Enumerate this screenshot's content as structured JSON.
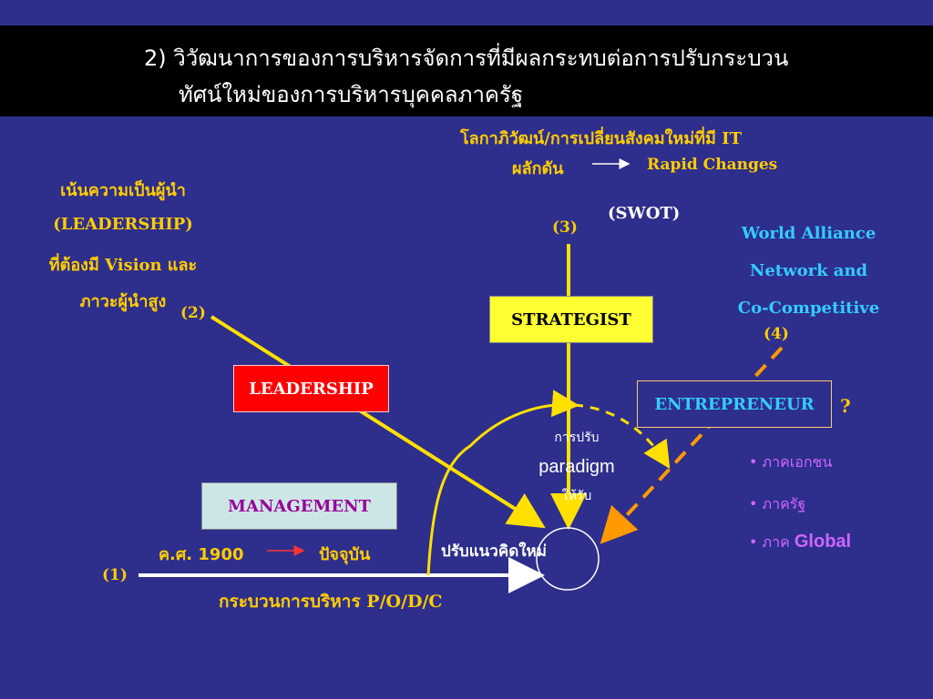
{
  "title": {
    "line1": "2) วิวัฒนาการของการบริหารจัดการที่มีผลกระทบต่อการปรับกระบวน",
    "line2": "ทัศน์ใหม่ของการบริหารบุคคลภาครัฐ"
  },
  "top_note": {
    "line1": "โลกาภิวัฒน์/การเปลี่ยนสังคมใหม่ที่มี IT",
    "line2_left": "ผลักดัน",
    "line2_right": "Rapid Changes"
  },
  "swot": "(SWOT)",
  "leadership_note": {
    "line1": "เน้นความเป็นผู้นำ",
    "line2": "(LEADERSHIP)",
    "line3": "ที่ต้องมี Vision และ",
    "line4": "ภาวะผู้นำสูง"
  },
  "alliance_note": {
    "line1": "World Alliance",
    "line2": "Network and",
    "line3": "Co-Competitive"
  },
  "markers": {
    "m1": "(1)",
    "m2": "(2)",
    "m3": "(3)",
    "m4": "(4)"
  },
  "boxes": {
    "strategist": "STRATEGIST",
    "leadership": "LEADERSHIP",
    "entrepreneur": "ENTREPRENEUR",
    "management": "MANAGEMENT"
  },
  "question_mark": "?",
  "paradigm": {
    "line1": "การปรับ",
    "line2": "paradigm",
    "line3": "ให้รับ"
  },
  "new_thinking": "ปรับแนวคิดใหม่",
  "timeline": {
    "from": "ค.ศ. 1900",
    "to": "ปัจจุบัน"
  },
  "process": "กระบวนการบริหาร P/O/D/C",
  "sectors": {
    "bullet": "•",
    "s1": "ภาคเอกชน",
    "s2": "ภาครัฐ",
    "s3_prefix": "ภาค",
    "s3_global": "Global"
  },
  "colors": {
    "background": "#2E2E8C",
    "yellow": "#FFCC00",
    "line_yellow": "#FFE000",
    "cyan": "#33CCFF",
    "orange": "#FF9900",
    "purple": "#CC66FF",
    "leadership_box": "#FF0000",
    "strategist_box": "#FFFF33",
    "management_box": "#CCE6E6"
  }
}
